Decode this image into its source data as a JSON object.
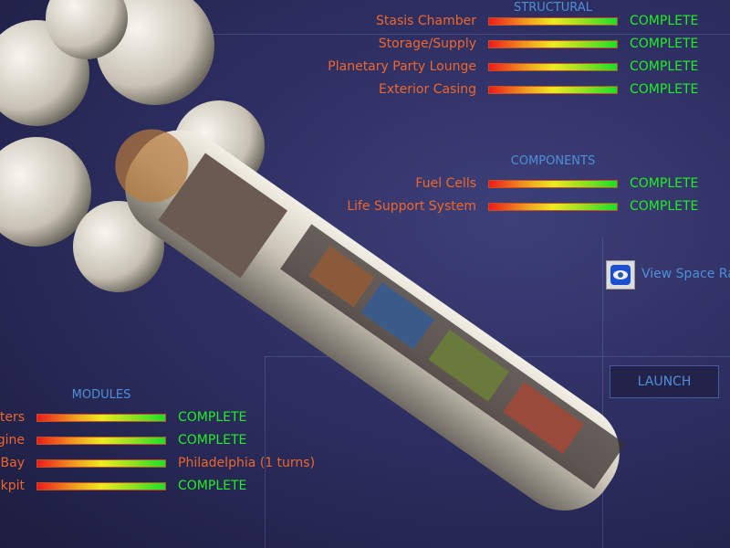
{
  "structural": {
    "header": "STRUCTURAL",
    "rows": [
      {
        "label": "Stasis Chamber",
        "progress": 1.0,
        "status": "COMPLETE"
      },
      {
        "label": "Storage/Supply",
        "progress": 1.0,
        "status": "COMPLETE"
      },
      {
        "label": "Planetary Party Lounge",
        "progress": 1.0,
        "status": "COMPLETE"
      },
      {
        "label": "Exterior Casing",
        "progress": 1.0,
        "status": "COMPLETE"
      }
    ]
  },
  "components": {
    "header": "COMPONENTS",
    "rows": [
      {
        "label": "Fuel Cells",
        "progress": 1.0,
        "status": "COMPLETE"
      },
      {
        "label": "Life Support System",
        "progress": 1.0,
        "status": "COMPLETE"
      }
    ]
  },
  "modules": {
    "header": "MODULES",
    "rows": [
      {
        "label": "sters",
        "progress": 1.0,
        "status": "COMPLETE"
      },
      {
        "label": "gine",
        "progress": 1.0,
        "status": "COMPLETE"
      },
      {
        "label": "Bay",
        "progress": 1.0,
        "status": "Philadelphia (1 turns)"
      },
      {
        "label": "ckpit",
        "progress": 1.0,
        "status": "COMPLETE"
      }
    ]
  },
  "view_link": "View Space Ra",
  "launch_label": "LAUNCH",
  "colors": {
    "accent": "#4f8fd8",
    "label": "#f0662a",
    "complete": "#22ee22"
  }
}
